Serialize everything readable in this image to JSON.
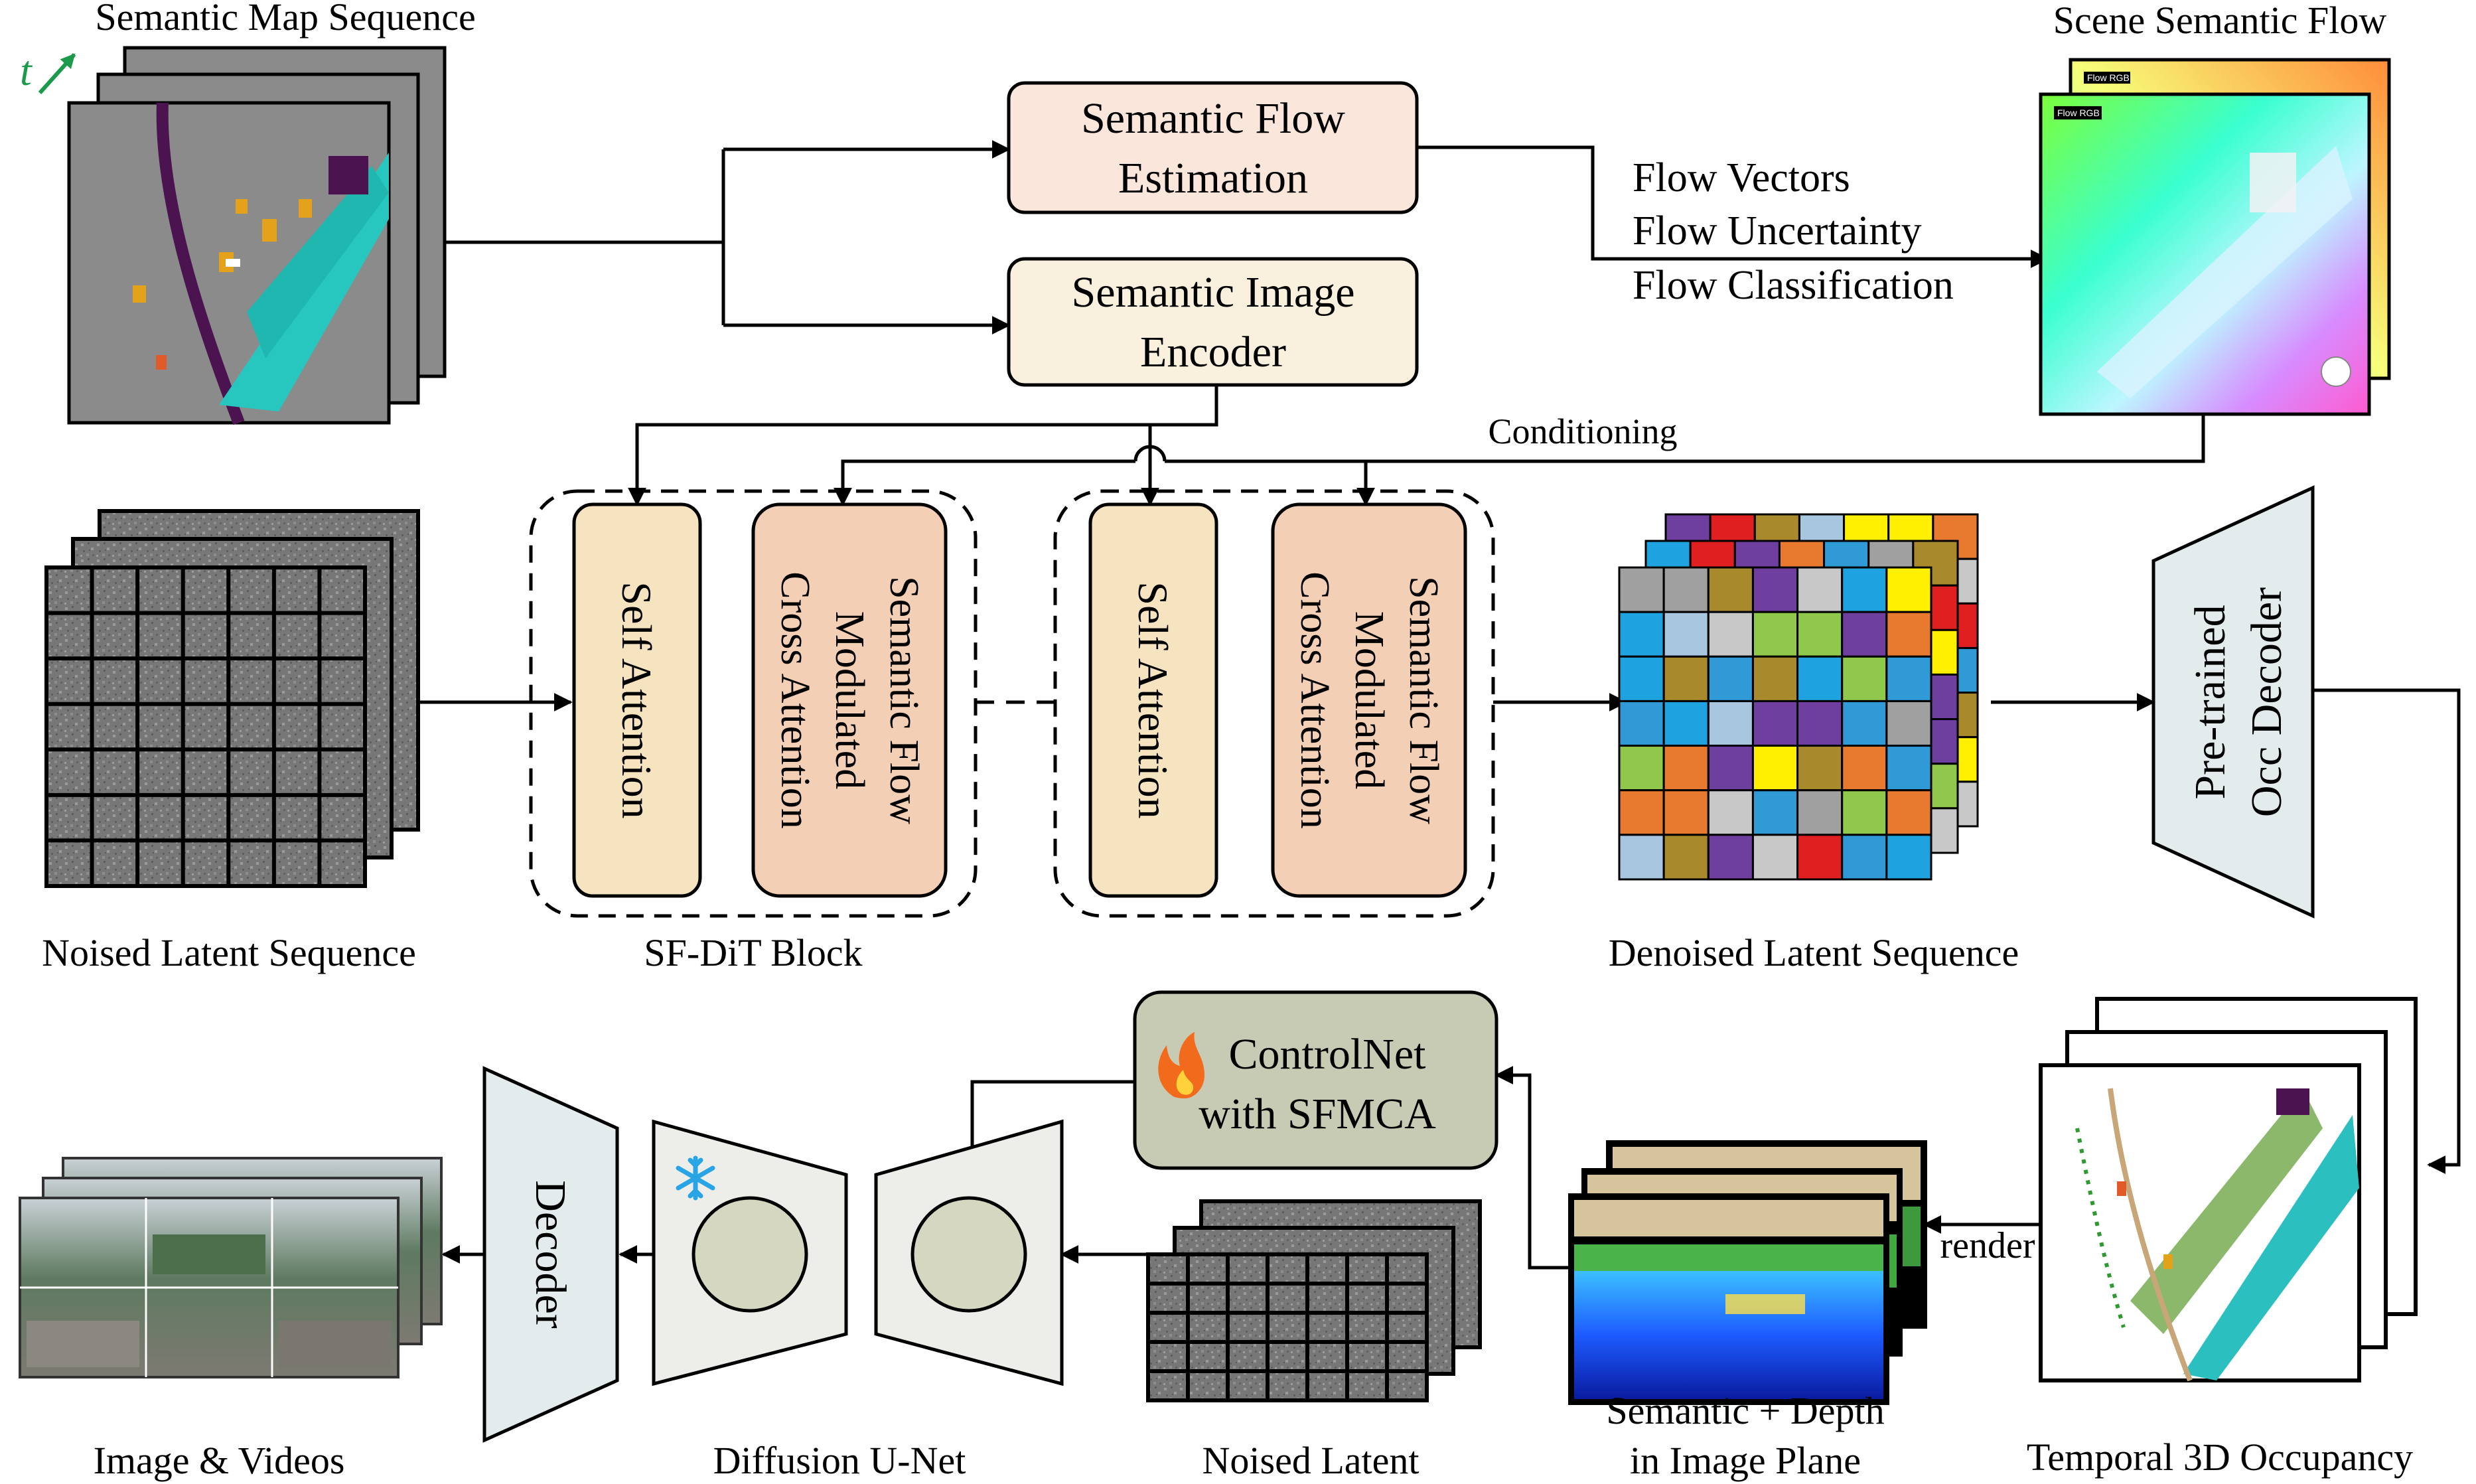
{
  "semantic_map": {
    "label": "Semantic Map Sequence",
    "time_symbol": "t"
  },
  "scene_flow": {
    "label": "Scene Semantic Flow",
    "panel_tag": "Flow RGB"
  },
  "flow_estimation": {
    "line1": "Semantic Flow",
    "line2": "Estimation"
  },
  "image_encoder": {
    "line1": "Semantic Image",
    "line2": "Encoder"
  },
  "flow_outputs": [
    "Flow Vectors",
    "Flow Uncertainty",
    "Flow Classification"
  ],
  "conditioning_label": "Conditioning",
  "noised_latent_seq": {
    "label": "Noised Latent Sequence"
  },
  "sf_dit": {
    "block_label": "SF-DiT Block",
    "self_attention": "Self Attention",
    "cross_attention": [
      "Semantic Flow",
      "Modulated",
      "Cross Attention"
    ]
  },
  "denoised_latent_seq": {
    "label": "Denoised Latent Sequence"
  },
  "occ_decoder": {
    "line1": "Pre-trained",
    "line2": "Occ Decoder"
  },
  "occupancy": {
    "label": "Temporal 3D Occupancy"
  },
  "render_label": "render",
  "sem_depth": {
    "line1": "Semantic + Depth",
    "line2": "in Image Plane"
  },
  "controlnet": {
    "line1": "ControlNet",
    "line2": "with SFMCA"
  },
  "noised_latent": {
    "label": "Noised Latent"
  },
  "unet": {
    "label": "Diffusion U-Net"
  },
  "decoder": {
    "label": "Decoder"
  },
  "outputs": {
    "label": "Image & Videos"
  },
  "colors": {
    "flow_estimation_fill": "#fbe6dc",
    "encoder_fill": "#f9f0dd",
    "self_attention_fill": "#f6e3c0",
    "cross_attention_fill": "#f3cfb5",
    "controlnet_fill": "#c7cbb3",
    "decoder_fill": "#e4ebec",
    "unet_fill": "#ededea",
    "unet_circle": "#d5d7c0",
    "time_arrow": "#1a9a4a"
  }
}
